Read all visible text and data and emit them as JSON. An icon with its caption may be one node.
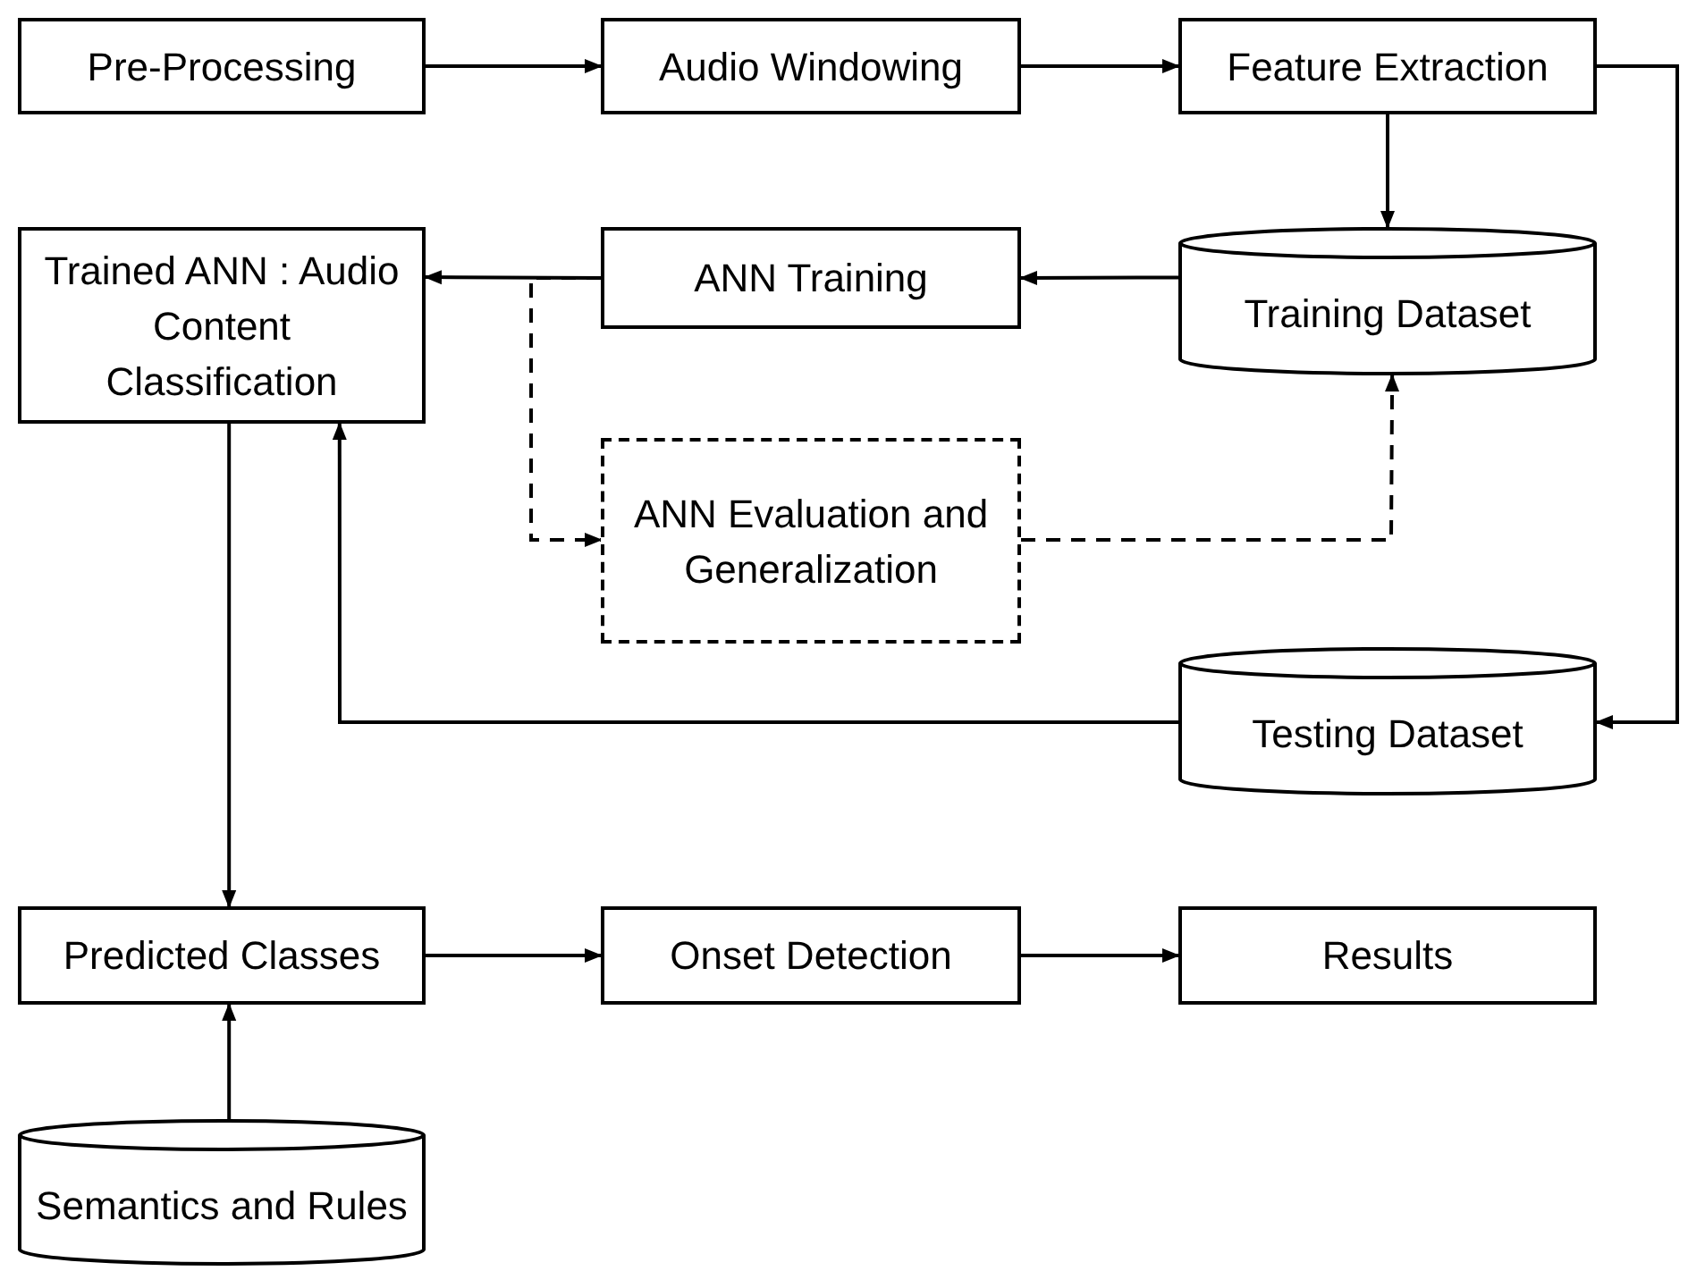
{
  "diagram": {
    "nodes": [
      {
        "text": [
          "Pre-Processing"
        ]
      },
      {
        "text": [
          "Audio Windowing"
        ]
      },
      {
        "text": [
          "Feature Extraction"
        ]
      },
      {
        "text": [
          "Trained ANN : Audio Content Classification"
        ]
      },
      {
        "text": [
          "ANN Training"
        ]
      },
      {
        "text": [
          "Training Dataset"
        ]
      },
      {
        "text": [
          "ANN Evaluation and Generalization"
        ]
      },
      {
        "text": [
          "Testing Dataset"
        ]
      },
      {
        "text": [
          "Predicted Classes"
        ]
      },
      {
        "text": [
          "Onset Detection"
        ]
      },
      {
        "text": [
          "Results"
        ]
      },
      {
        "text": [
          "Semantics and Rules"
        ]
      }
    ],
    "edges": [
      {
        "from": 0,
        "to": 1,
        "arrow": "to"
      },
      {
        "from": 1,
        "to": 2,
        "arrow": "to"
      },
      {
        "from": 2,
        "to": 5,
        "arrow": "to"
      },
      {
        "from": 2,
        "to": 7,
        "arrow": "to"
      },
      {
        "from": 5,
        "to": 4,
        "arrow": "to"
      },
      {
        "from": 4,
        "to": 3,
        "arrow": "to"
      },
      {
        "from": 4,
        "to": 6,
        "arrow": "to",
        "style": "dashed"
      },
      {
        "from": 6,
        "to": 5,
        "arrow": "to",
        "style": "dashed"
      },
      {
        "from": 7,
        "to": 3,
        "arrow": "to"
      },
      {
        "from": 3,
        "to": 8,
        "arrow": "to"
      },
      {
        "from": 8,
        "to": 9,
        "arrow": "to"
      },
      {
        "from": 9,
        "to": 10,
        "arrow": "to"
      },
      {
        "from": 11,
        "to": 8,
        "arrow": "to"
      }
    ]
  }
}
